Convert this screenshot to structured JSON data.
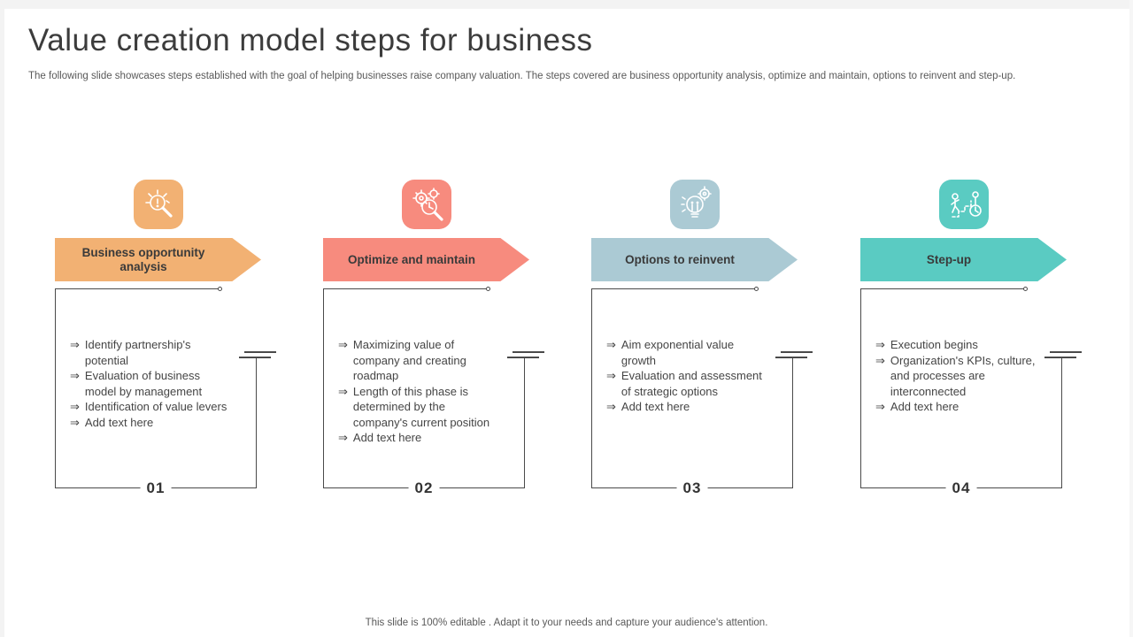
{
  "slide": {
    "title": "Value creation model steps for business",
    "subtitle": "The following slide showcases steps established with the goal of helping businesses raise company valuation. The steps covered are business opportunity analysis, optimize and maintain, options to reinvent and step-up.",
    "footer": "This slide is 100% editable . Adapt it to your needs and capture your audience's attention."
  },
  "bullet_glyph": "⇒",
  "steps": [
    {
      "number": "01",
      "title": "Business opportunity analysis",
      "color": "#F2B173",
      "icon": "insight-search-icon",
      "bullets": [
        "Identify partnership's potential",
        "Evaluation of business model by management",
        "Identification of value levers",
        "Add text here"
      ]
    },
    {
      "number": "02",
      "title": "Optimize and maintain",
      "color": "#F78B7E",
      "icon": "gears-magnifier-icon",
      "bullets": [
        "Maximizing value of company and creating roadmap",
        "Length of this phase is determined by the company's current position",
        "Add text here"
      ]
    },
    {
      "number": "03",
      "title": "Options to reinvent",
      "color": "#ABCAD4",
      "icon": "bulb-gear-icon",
      "bullets": [
        "Aim exponential value growth",
        "Evaluation and assessment of strategic options",
        "Add text here"
      ]
    },
    {
      "number": "04",
      "title": "Step-up",
      "color": "#5ACBC2",
      "icon": "climb-steps-icon",
      "bullets": [
        "Execution begins",
        "Organization's KPIs, culture, and processes are interconnected",
        "Add text here"
      ]
    }
  ]
}
